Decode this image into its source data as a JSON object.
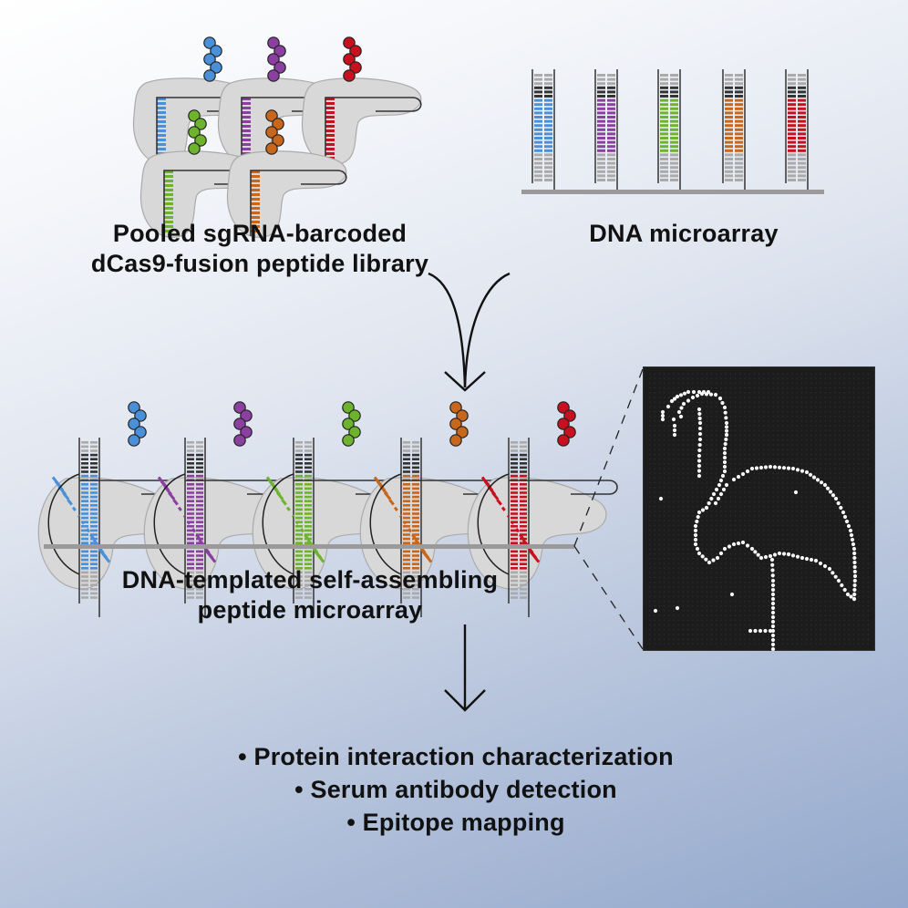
{
  "labels": {
    "library": [
      "Pooled sgRNA-barcoded",
      "dCas9-fusion peptide library"
    ],
    "microarray": "DNA microarray",
    "assembled": [
      "DNA-templated self-assembling",
      "peptide microarray"
    ],
    "applications": [
      "• Protein interaction characterization",
      "• Serum antibody detection",
      "• Epitope mapping"
    ]
  },
  "colors": {
    "barcodes": [
      "#4a90d9",
      "#8b3fa0",
      "#6db32e",
      "#c8661c",
      "#c8101e"
    ],
    "protein": "#d8d8d8",
    "outline": "#222222",
    "surface": "#9a9a9a"
  },
  "icons": {
    "library_units": "dcas9-peptide-icon",
    "dna_strands": "dna-duplex-icon",
    "arrows": "arrow-down-icon",
    "image": "fluorescence-flamingo-image"
  }
}
